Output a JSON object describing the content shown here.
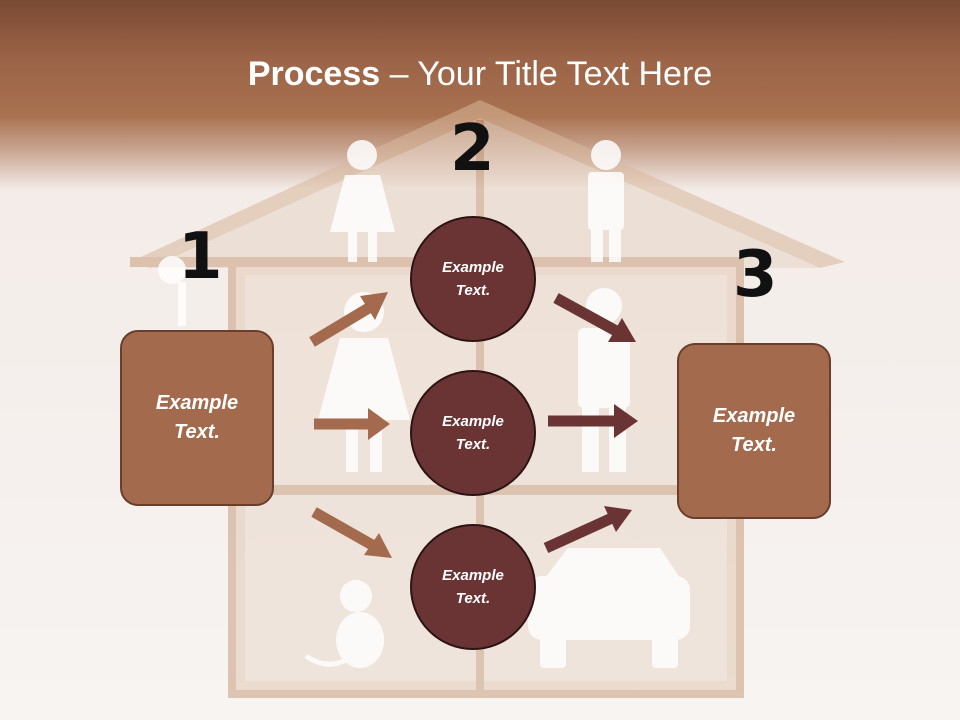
{
  "title": {
    "bold": "Process",
    "rest": " – Your Title Text Here"
  },
  "steps": [
    {
      "number": "1",
      "text": "Example Text."
    },
    {
      "number": "2",
      "circles": [
        "Example Text.",
        "Example Text.",
        "Example Text."
      ]
    },
    {
      "number": "3",
      "text": "Example Text."
    }
  ],
  "colors": {
    "box": "#a46a4e",
    "circle": "#6b3434",
    "arrow_light": "#a46a4e",
    "arrow_dark": "#6b3434",
    "title_band": "#9c6448"
  },
  "icons": [
    "house-shelf-image",
    "girl-icon",
    "boy-icon",
    "woman-icon",
    "man-icon",
    "dog-icon",
    "car-icon",
    "arrow-icon"
  ]
}
